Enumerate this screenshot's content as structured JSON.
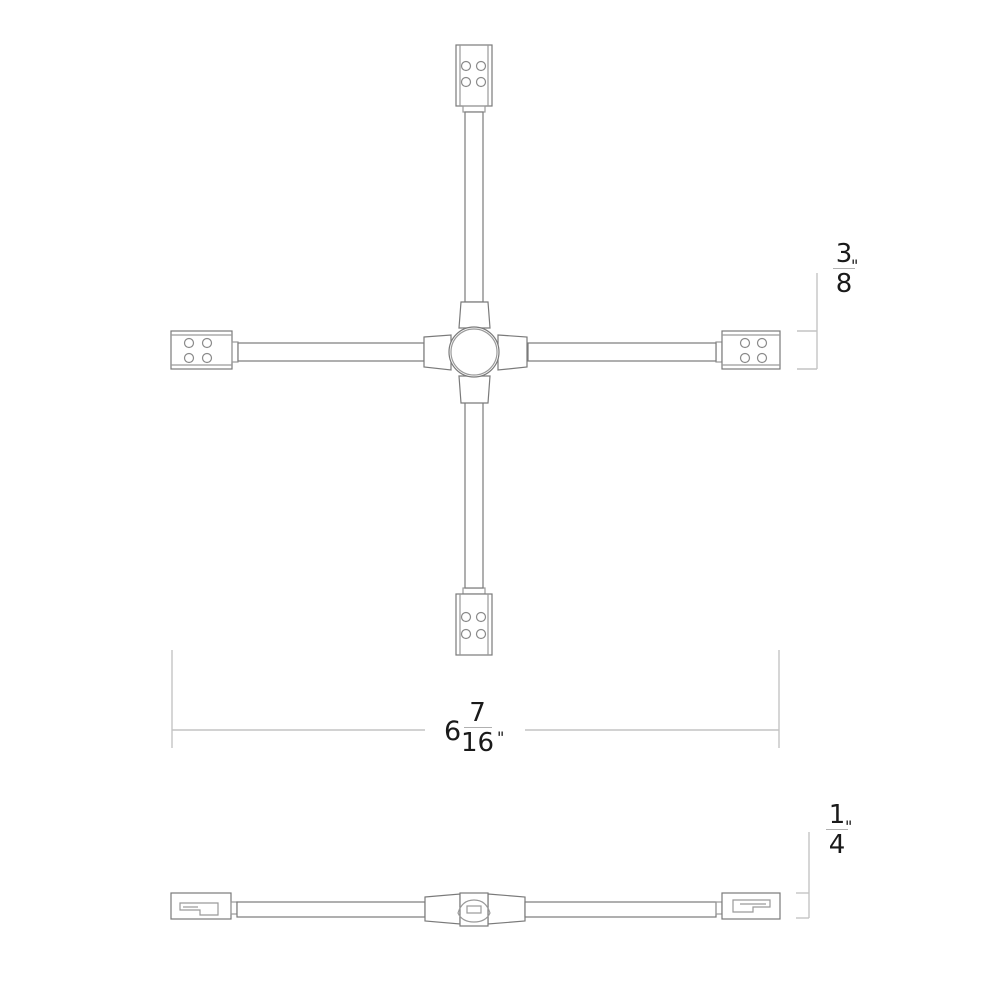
{
  "drawing": {
    "title": "4-way X connector dimension drawing",
    "views": [
      "top-view",
      "side-view"
    ],
    "line_color": "#9a9a9a",
    "dimension_line_color": "#c4c4c4",
    "text_color": "#1a1a1a"
  },
  "dimensions": {
    "height_top_view": {
      "numerator": "3",
      "denominator": "8",
      "unit": "\""
    },
    "overall_width": {
      "whole": "6",
      "numerator": "7",
      "denominator": "16",
      "unit": "\""
    },
    "height_side_view": {
      "numerator": "1",
      "denominator": "4",
      "unit": "\""
    }
  },
  "components": {
    "connector_ends": [
      "top",
      "left",
      "right",
      "bottom"
    ],
    "screws_per_connector": 4,
    "center_hub": "round-hub"
  }
}
